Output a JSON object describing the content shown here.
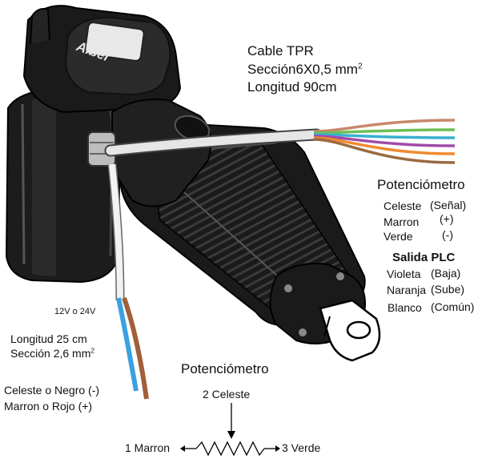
{
  "logo_text": "Alber",
  "cable_tpr": {
    "title": "Cable TPR",
    "section_prefix": "Sección",
    "section_value": "6X0,5 mm",
    "section_sup": "2",
    "length": "Longitud 90cm"
  },
  "potentiometer_legend": {
    "title": "Potenciómetro",
    "rows": [
      {
        "color": "Celeste",
        "function": "(Señal)"
      },
      {
        "color": "Marron",
        "function": "(+)"
      },
      {
        "color": "Verde",
        "function": "(-)"
      }
    ]
  },
  "plc": {
    "title": "Salida PLC",
    "rows": [
      {
        "color": "Violeta",
        "function": "(Baja)"
      },
      {
        "color": "Naranja",
        "function": "(Sube)"
      },
      {
        "color": "Blanco",
        "function": "(Común)"
      }
    ]
  },
  "power": {
    "voltage": "12V o 24V",
    "length": "Longitud 25 cm",
    "section": "Sección 2,6 mm",
    "section_sup": "2",
    "wire1": "Celeste o Negro (-)",
    "wire2": "Marron o Rojo (+)"
  },
  "pot_schematic": {
    "title": "Potenciómetro",
    "pin1": "1 Marron",
    "pin2": "2 Celeste",
    "pin3": "3 Verde"
  },
  "wire_colors": {
    "tpr": [
      "#c8886a",
      "#6dbf55",
      "#3ab0d0",
      "#a04aa8",
      "#f08a30",
      "#9a6a40"
    ],
    "power_blue": "#3aa0e0",
    "power_brown": "#a0603a"
  }
}
